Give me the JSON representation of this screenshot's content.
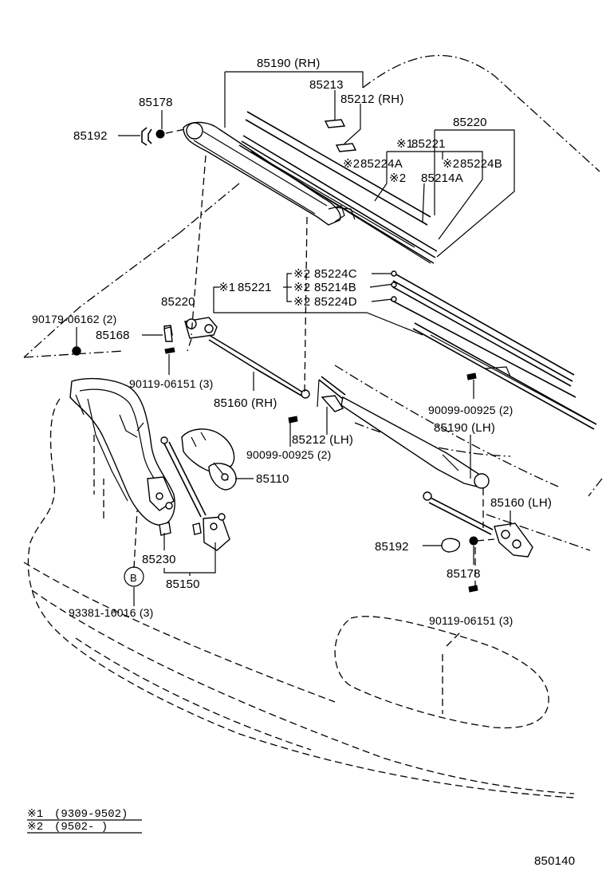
{
  "labels": {
    "p85190rh": "85190 (RH)",
    "p85213": "85213",
    "p85212rh": "85212 (RH)",
    "p85178a": "85178",
    "p85192a": "85192",
    "p85220a": "85220",
    "p85221a": "85221",
    "p85221a_mark": "※1",
    "p85224a": "85224A",
    "p85224a_mark": "※2",
    "p85224b": "85224B",
    "p85224b_mark": "※2",
    "p85214a": "85214A",
    "p85214a_mark": "※2",
    "p85224c": "85224C",
    "p85224c_mark": "※2",
    "p85214b": "85214B",
    "p85214b_mark": "※2",
    "p85224d": "85224D",
    "p85224d_mark": "※2",
    "p85221b": "85221",
    "p85221b_mark": "※1",
    "p85220b": "85220",
    "p90179": "90179-06162 (2)",
    "p85168": "85168",
    "p90119a": "90119-06151 (3)",
    "p85160rh": "85160 (RH)",
    "p90099a": "90099-00925 (2)",
    "p90099b": "90099-00925 (2)",
    "p85212lh": "85212 (LH)",
    "p85190lh": "85190 (LH)",
    "p85110": "85110",
    "p85160lh": "85160 (LH)",
    "p85192b": "85192",
    "p85178b": "85178",
    "p85230": "85230",
    "p85150": "85150",
    "pB": "B",
    "p93381": "93381-16016 (3)",
    "p90119b": "90119-06151 (3)"
  },
  "legend": {
    "row1_mark": "※1",
    "row1_range": "(9309-9502)",
    "row2_mark": "※2",
    "row2_range": "(9502-      )"
  },
  "figure_number": "850140"
}
